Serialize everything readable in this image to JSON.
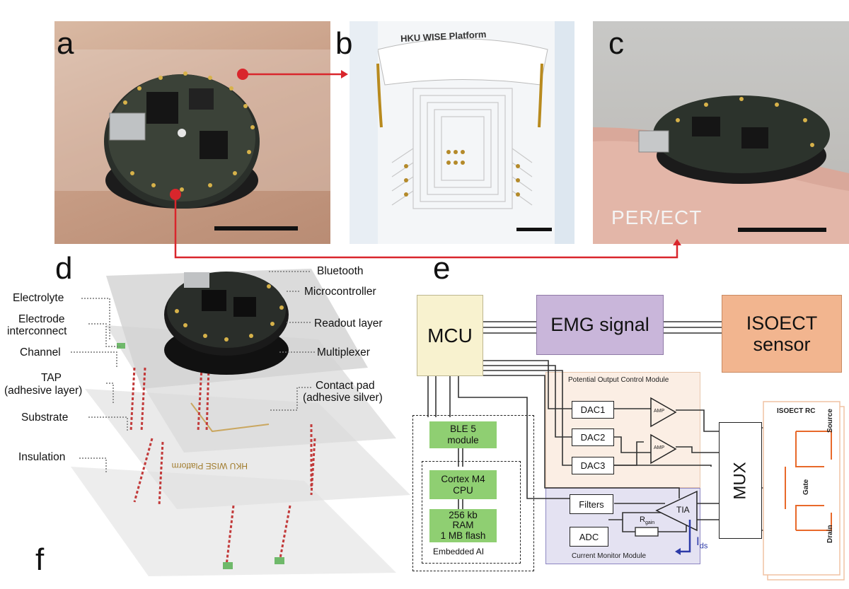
{
  "panels": {
    "a": "a",
    "b": "b",
    "c": "c",
    "d": "d",
    "e": "e",
    "f": "f"
  },
  "photo_b": {
    "strip_text": "HKU WISE Platform"
  },
  "photo_c": {
    "brand_text": "PER/ECT"
  },
  "panel_d": {
    "left_labels": [
      "Electrolyte",
      "Electrode",
      "interconnect",
      "Channel",
      "TAP",
      "(adhesive layer)",
      "Substrate",
      "Insulation"
    ],
    "right_labels": [
      "Bluetooth",
      "Microcontroller",
      "Readout layer",
      "Multiplexer",
      "Contact pad",
      "(adhesive silver)"
    ],
    "layer_text": "HKU WISE Platform"
  },
  "panel_e": {
    "mcu": "MCU",
    "emg": "EMG signal",
    "isoect_line1": "ISOECT",
    "isoect_line2": "sensor",
    "potential_module": "Potential Output Control Module",
    "dac1": "DAC1",
    "dac2": "DAC2",
    "dac3": "DAC3",
    "amp": "AMP",
    "mux": "MUX",
    "filters": "Filters",
    "adc": "ADC",
    "tia": "TIA",
    "rgain": "R",
    "rgain_sub": "gain",
    "ids": "I",
    "ids_sub": "ds",
    "current_module": "Current Monitor Module",
    "ble_line1": "BLE 5",
    "ble_line2": "module",
    "cortex_line1": "Cortex M4",
    "cortex_line2": "CPU",
    "ram_line1": "256 kb",
    "ram_line2": "RAM",
    "ram_line3": "1 MB flash",
    "embedded_ai": "Embedded AI",
    "isoect_rc": "ISOECT RC",
    "source": "Source",
    "gate": "Gate",
    "drain": "Drain"
  },
  "colors": {
    "mcu": "#f8f2cf",
    "emg": "#c9b6da",
    "isoect": "#f2b58f",
    "ble": "#8fcf72",
    "potential_bg": "#fbeee4",
    "current_bg": "#e4e2f2",
    "connector": "#d9262c",
    "rc": "#e8692a"
  }
}
